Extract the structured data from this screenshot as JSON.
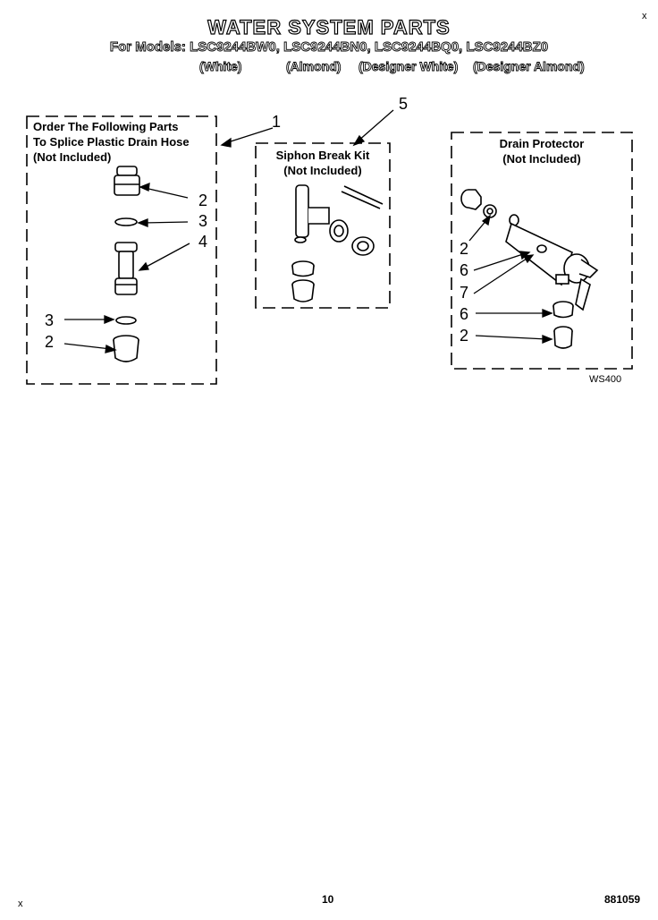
{
  "header": {
    "title": "WATER SYSTEM PARTS",
    "models": "For Models: LSC9244BW0, LSC9244BN0, LSC9244BQ0, LSC9244BZ0",
    "colors": [
      "(White)",
      "(Almond)",
      "(Designer White)",
      "(Designer Almond)"
    ]
  },
  "panels": {
    "splice": {
      "lines": [
        "Order The Following Parts",
        "To Splice Plastic Drain Hose",
        "(Not Included)"
      ]
    },
    "siphon": {
      "lines": [
        "Siphon Break Kit",
        "(Not Included)"
      ]
    },
    "drain": {
      "lines": [
        "Drain Protector",
        "(Not Included)"
      ]
    }
  },
  "callouts": {
    "c1": "1",
    "c5": "5",
    "left": [
      "2",
      "3",
      "4",
      "3",
      "2"
    ],
    "right": [
      "2",
      "6",
      "7",
      "6",
      "2"
    ]
  },
  "diagram_code": "WS400",
  "footer": {
    "page": "10",
    "doc": "881059"
  },
  "marks": [
    "x",
    "x"
  ]
}
